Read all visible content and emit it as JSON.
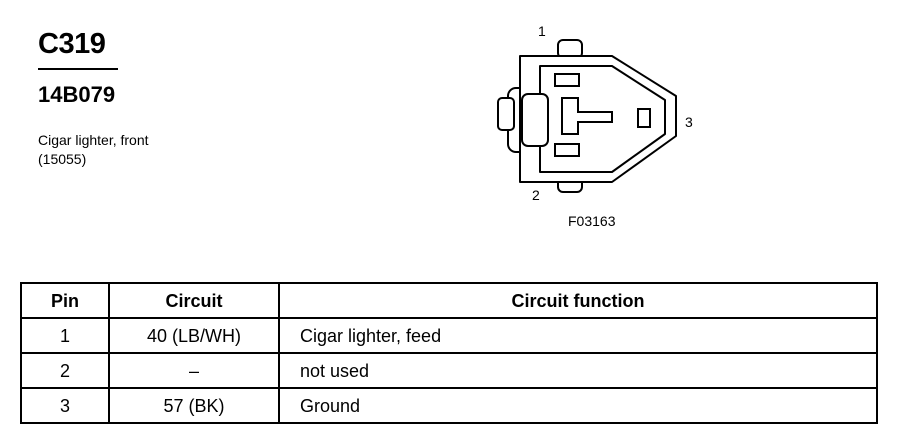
{
  "connector": {
    "id": "C319",
    "part_number": "14B079",
    "description_lines": [
      "Cigar lighter, front",
      "(15055)"
    ]
  },
  "diagram": {
    "pin_labels": [
      "1",
      "2",
      "3"
    ],
    "figure_code": "F03163"
  },
  "table": {
    "headers": {
      "pin": "Pin",
      "circuit": "Circuit",
      "function": "Circuit function"
    },
    "rows": [
      {
        "pin": "1",
        "circuit": "40 (LB/WH)",
        "function": "Cigar lighter, feed"
      },
      {
        "pin": "2",
        "circuit": "–",
        "function": "not used"
      },
      {
        "pin": "3",
        "circuit": "57 (BK)",
        "function": "Ground"
      }
    ]
  }
}
